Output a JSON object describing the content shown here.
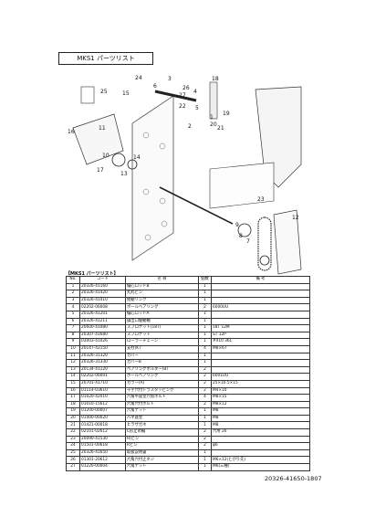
{
  "header": {
    "title": "MKS1 パーツリスト"
  },
  "diagram": {
    "callouts": [
      "24",
      "15",
      "6",
      "3",
      "26",
      "27",
      "4",
      "18",
      "22",
      "5",
      "1",
      "20",
      "21",
      "19",
      "2",
      "25",
      "11",
      "16",
      "10",
      "14",
      "17",
      "13",
      "9",
      "8",
      "7",
      "23",
      "12"
    ]
  },
  "table": {
    "label": "【MKS1 パーツリスト】",
    "headers": [
      "No.",
      "コード",
      "名 称",
      "個数",
      "備 考"
    ],
    "rows": [
      [
        "1",
        "20326-41160",
        "偏心ロッドB",
        "1",
        ""
      ],
      [
        "2",
        "20326-41420",
        "丸丸ピン",
        "1",
        ""
      ],
      [
        "3",
        "20326-41410",
        "揺動リンク",
        "1",
        ""
      ],
      [
        "4",
        "02202-06008",
        "ボールベアリング",
        "2",
        "6000UU"
      ],
      [
        "5",
        "20326-41201",
        "偏心ロッドA",
        "1",
        ""
      ],
      [
        "6",
        "20326-41211",
        "操出口駆動軸",
        "1",
        ""
      ],
      [
        "7",
        "20600-41080",
        "スプロケット(18T)",
        "1",
        "18T 12M"
      ],
      [
        "8",
        "20307-41680",
        "スプロケット",
        "1",
        "ST 12P"
      ],
      [
        "9",
        "03003-41026",
        "ローラーチェーン",
        "1",
        "#410 36L"
      ],
      [
        "10",
        "20147-42150",
        "支柱(K7",
        "4",
        "M8×67"
      ],
      [
        "11",
        "20326-31320",
        "カバー",
        "1",
        ""
      ],
      [
        "12",
        "20326-31330",
        "カバーB",
        "1",
        ""
      ],
      [
        "13",
        "20134-41120",
        "ベアリングホルダー(B)",
        "2",
        ""
      ],
      [
        "14",
        "02202-06001",
        "ボールベアリング",
        "2",
        "6001UU"
      ],
      [
        "15",
        "20701-41710",
        "カラー(A)",
        "2",
        "25×10.5×15"
      ],
      [
        "16",
        "01114-03610",
        "十字穴付トラスタッピング",
        "2",
        "M4×10"
      ],
      [
        "17",
        "01020-42010",
        "六角平座金六角ボルト",
        "4",
        "M8×15"
      ],
      [
        "18",
        "01010-15612",
        "六角穴付ボルト",
        "2",
        "M8×12"
      ],
      [
        "19",
        "01200-00007",
        "六角ナット",
        "1",
        "M8"
      ],
      [
        "20",
        "01400-00020",
        "バネ座金",
        "1",
        "M8"
      ],
      [
        "21",
        "01421-00018",
        "ヒラザガネ",
        "1",
        "M8"
      ],
      [
        "22",
        "02101-02612",
        "C形止め輪",
        "2",
        "穴用 26"
      ],
      [
        "23",
        "20090-41530",
        "R(ピン",
        "2",
        ""
      ],
      [
        "24",
        "01501-00618",
        "Rピン",
        "2",
        "φ6"
      ],
      [
        "25",
        "20326-41650",
        "取扱説明書",
        "1",
        ""
      ],
      [
        "26",
        "01301-20612",
        "六角穴付止ネジ",
        "1",
        "M6×12(とがり先)"
      ],
      [
        "27",
        "01220-00004",
        "六角ナット",
        "1",
        "M6(三種)"
      ]
    ]
  },
  "footer": {
    "code": "20326-41650-1807"
  }
}
